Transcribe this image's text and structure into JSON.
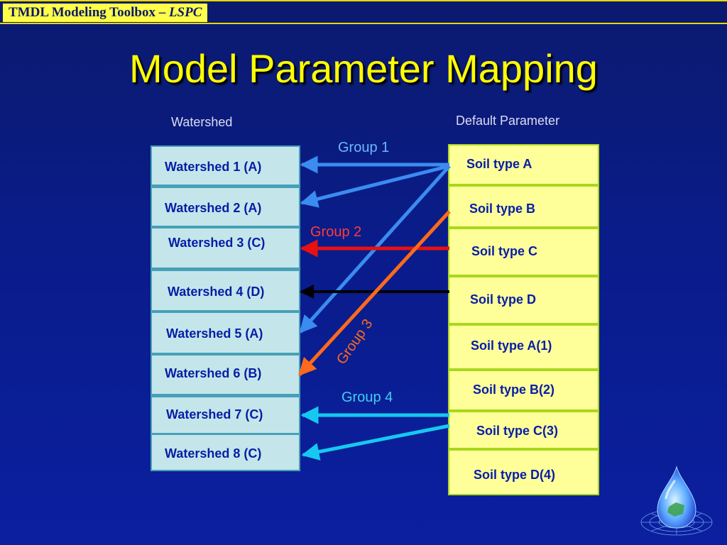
{
  "header": {
    "prefix": "TMDL Modeling Toolbox – ",
    "emphasis": "LSPC"
  },
  "title": "Model Parameter Mapping",
  "watershed_column": {
    "heading": "Watershed",
    "items": [
      "Watershed 1 (A)",
      "Watershed 2 (A)",
      "Watershed 3 (C)",
      "Watershed 4 (D)",
      "Watershed 5 (A)",
      "Watershed 6 (B)",
      "Watershed 7 (C)",
      "Watershed 8 (C)"
    ]
  },
  "parameter_column": {
    "heading": "Default Parameter",
    "items": [
      "Soil type A",
      "Soil type B",
      "Soil type C",
      "Soil type D",
      "Soil type A(1)",
      "Soil type B(2)",
      "Soil type C(3)",
      "Soil type D(4)"
    ]
  },
  "groups": [
    {
      "label": "Group 1",
      "color": "#3a8cf0",
      "source": "Soil type A",
      "targets": [
        "Watershed 1 (A)",
        "Watershed 2 (A)",
        "Watershed 5 (A)"
      ]
    },
    {
      "label": "Group 2",
      "color": "#e81010",
      "source": "Soil type C",
      "targets": [
        "Watershed 3 (C)"
      ]
    },
    {
      "label": "Group 3",
      "color": "#ff6a1a",
      "source": "Soil type B",
      "targets": [
        "Watershed 6 (B)"
      ]
    },
    {
      "label": "Group 4",
      "color": "#16c8f0",
      "source": "Soil type C(3)",
      "targets": [
        "Watershed 7 (C)",
        "Watershed 8 (C)"
      ]
    }
  ],
  "ungrouped_link": {
    "color": "#000000",
    "source": "Soil type D",
    "target": "Watershed 4 (D)"
  },
  "colors": {
    "background": "#0a1c8a",
    "title": "#ffff00",
    "header_bar": "#ffff4a",
    "watershed_box": "#c4e6ea",
    "parameter_box": "#ffff99",
    "box_text": "#071da6"
  }
}
